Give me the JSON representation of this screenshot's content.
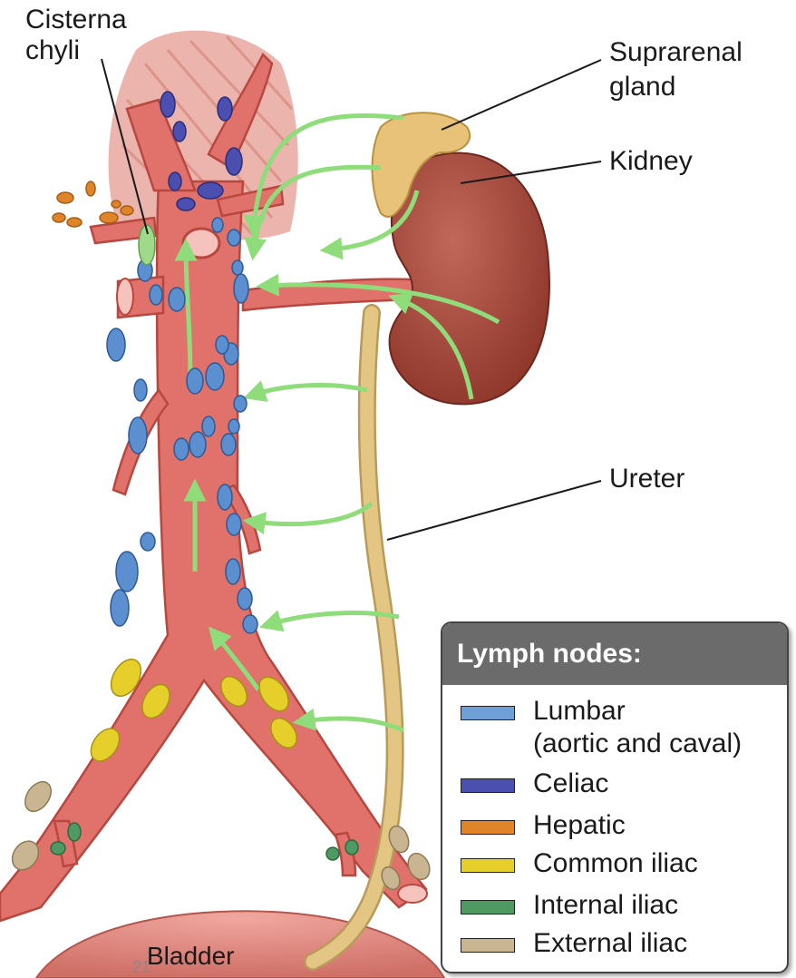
{
  "labels": {
    "cisterna_line1": "Cisterna",
    "cisterna_line2": "chyli",
    "suprarenal_line1": "Suprarenal",
    "suprarenal_line2": "gland",
    "kidney": "Kidney",
    "ureter": "Ureter",
    "bladder": "Bladder"
  },
  "page_number": "21",
  "legend": {
    "title": "Lymph nodes:",
    "items": [
      {
        "line1": "Lumbar",
        "line2": "(aortic and caval)",
        "color": "#6e9fd6"
      },
      {
        "line1": "Celiac",
        "color": "#4a4fb0"
      },
      {
        "line1": "Hepatic",
        "color": "#e0842a"
      },
      {
        "line1": "Common iliac",
        "color": "#e6cf2b"
      },
      {
        "line1": "Internal iliac",
        "color": "#4f9a63"
      },
      {
        "line1": "External iliac",
        "color": "#c9b592"
      }
    ]
  },
  "colors": {
    "vessel": "#e0726b",
    "vessel_dark": "#b8473f",
    "kidney": "#a6473b",
    "arrow": "#8fdc7b",
    "ureter": "#e3c684",
    "suprarenal": "#e9c27a",
    "bladder": "#de8a82",
    "muscle": "#e7a79d"
  }
}
